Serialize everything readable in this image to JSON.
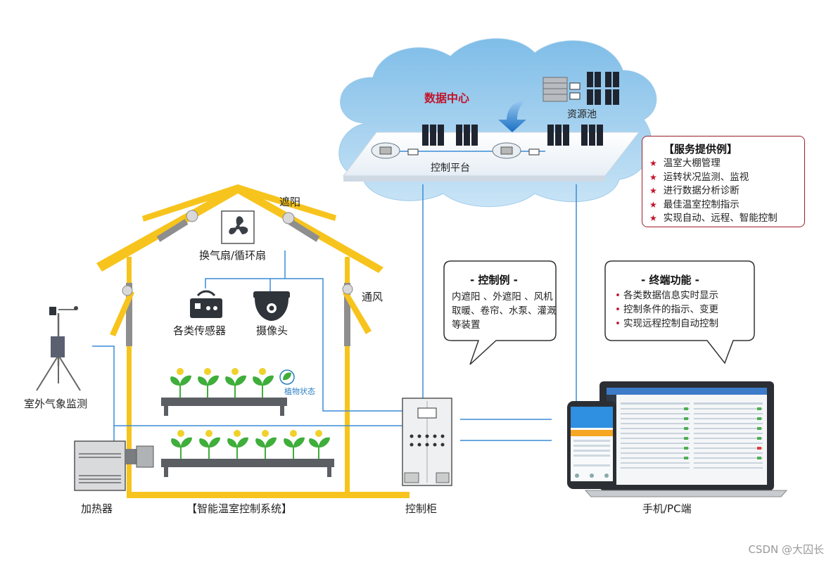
{
  "diagram": {
    "cloud": {
      "data_center_label": "数据中心",
      "resource_pool_label": "资源池",
      "control_platform_label": "控制平台"
    },
    "service_box": {
      "title": "【服务提供例】",
      "items": [
        "温室大棚管理",
        "运转状况监测、监视",
        "进行数据分析诊断",
        "最佳温室控制指示",
        "实现自动、远程、智能控制"
      ],
      "accent_color": "#c0142b"
    },
    "control_bubble": {
      "title": "- 控制例 -",
      "lines": [
        "内遮阳 、外遮阳 、风机",
        "取暖、卷帘、水泵、灌溉",
        "等装置"
      ]
    },
    "terminal_bubble": {
      "title": "- 终端功能 -",
      "items": [
        "各类数据信息实时显示",
        "控制条件的指示、变更",
        "实现远程控制自动控制"
      ]
    },
    "greenhouse": {
      "shade_label": "遮阳",
      "fan_label": "换气扇/循环扇",
      "vent_label": "通风",
      "sensor_label": "各类传感器",
      "camera_label": "摄像头",
      "plant_status_label": "植物状态",
      "system_label": "【智能温室控制系统】",
      "frame_color": "#f7c41d"
    },
    "outdoor_label": "室外气象监测",
    "heater_label": "加热器",
    "cabinet_label": "控制柜",
    "terminal_label": "手机/PC端",
    "watermark": "CSDN @大囚长"
  }
}
